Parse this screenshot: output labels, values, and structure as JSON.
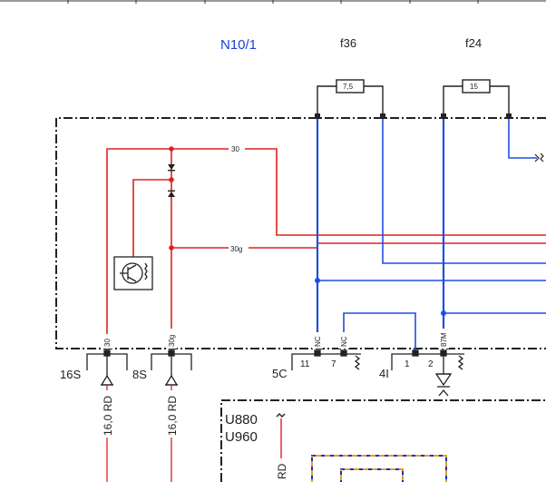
{
  "title": "N10/1",
  "fuses": [
    {
      "name": "f36",
      "rating": "7,5"
    },
    {
      "name": "f24",
      "rating": "15"
    }
  ],
  "wire_labels": {
    "w30": "30",
    "w30g": "30g"
  },
  "pins": {
    "p30": "30",
    "p30g": "30g",
    "nc1": "NC",
    "nc2": "NC",
    "p87m": "87M"
  },
  "connectors": {
    "c16s": "16S",
    "c8s": "8S",
    "c5c": "5C",
    "c4i": "4I",
    "c5c_pin_a": "11",
    "c5c_pin_b": "7",
    "c4i_pin_a": "1",
    "c4i_pin_b": "2"
  },
  "wires": {
    "w1": "16,0 RD",
    "w2": "16,0 RD",
    "w3": "RD"
  },
  "modules": {
    "u880": "U880",
    "u960": "U960"
  },
  "colors": {
    "red": "#e02020",
    "blue": "#1f4fe0",
    "dark_blue": "#2030b0",
    "frame": "#222222",
    "title": "#1a3fd6"
  }
}
